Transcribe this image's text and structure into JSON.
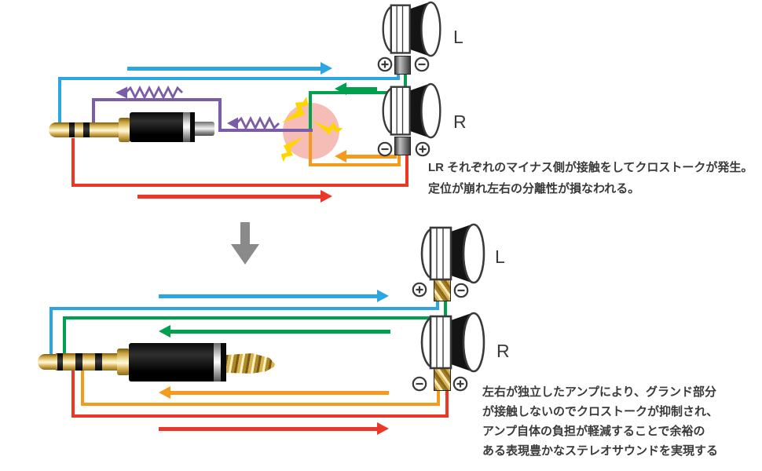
{
  "top": {
    "earphone_left_label": "L",
    "earphone_right_label": "R",
    "caption_line1": "LR それぞれのマイナス側が接触をしてクロストークが発生。",
    "caption_line2": "定位が崩れ左右の分離性が損なわれる。"
  },
  "bottom": {
    "earphone_left_label": "L",
    "earphone_right_label": "R",
    "caption_line1": "左右が独立したアンプにより、グランド部分",
    "caption_line2": "が接触しないのでクロストークが抑制され、",
    "caption_line3": "アンプ自体の負担が軽減することで余裕の",
    "caption_line4": "ある表現豊かなステレオサウンドを実現する"
  },
  "icons": {
    "plus_terminal": "circled-plus",
    "minus_terminal": "circled-minus",
    "crosstalk_spark": "lightning-bolt",
    "interference": "zigzag-arrow",
    "transition": "down-arrow"
  },
  "colors": {
    "left_signal": "#2CA6E0",
    "left_return": "#00A04E",
    "right_signal": "#EA3828",
    "right_return": "#F29B1D",
    "crosstalk": "#7B5CA6",
    "highlight": "#F2ADA2",
    "spark": "#FFD500",
    "transition_arrow": "#8A8A8A",
    "ink": "#3A3A3A"
  }
}
